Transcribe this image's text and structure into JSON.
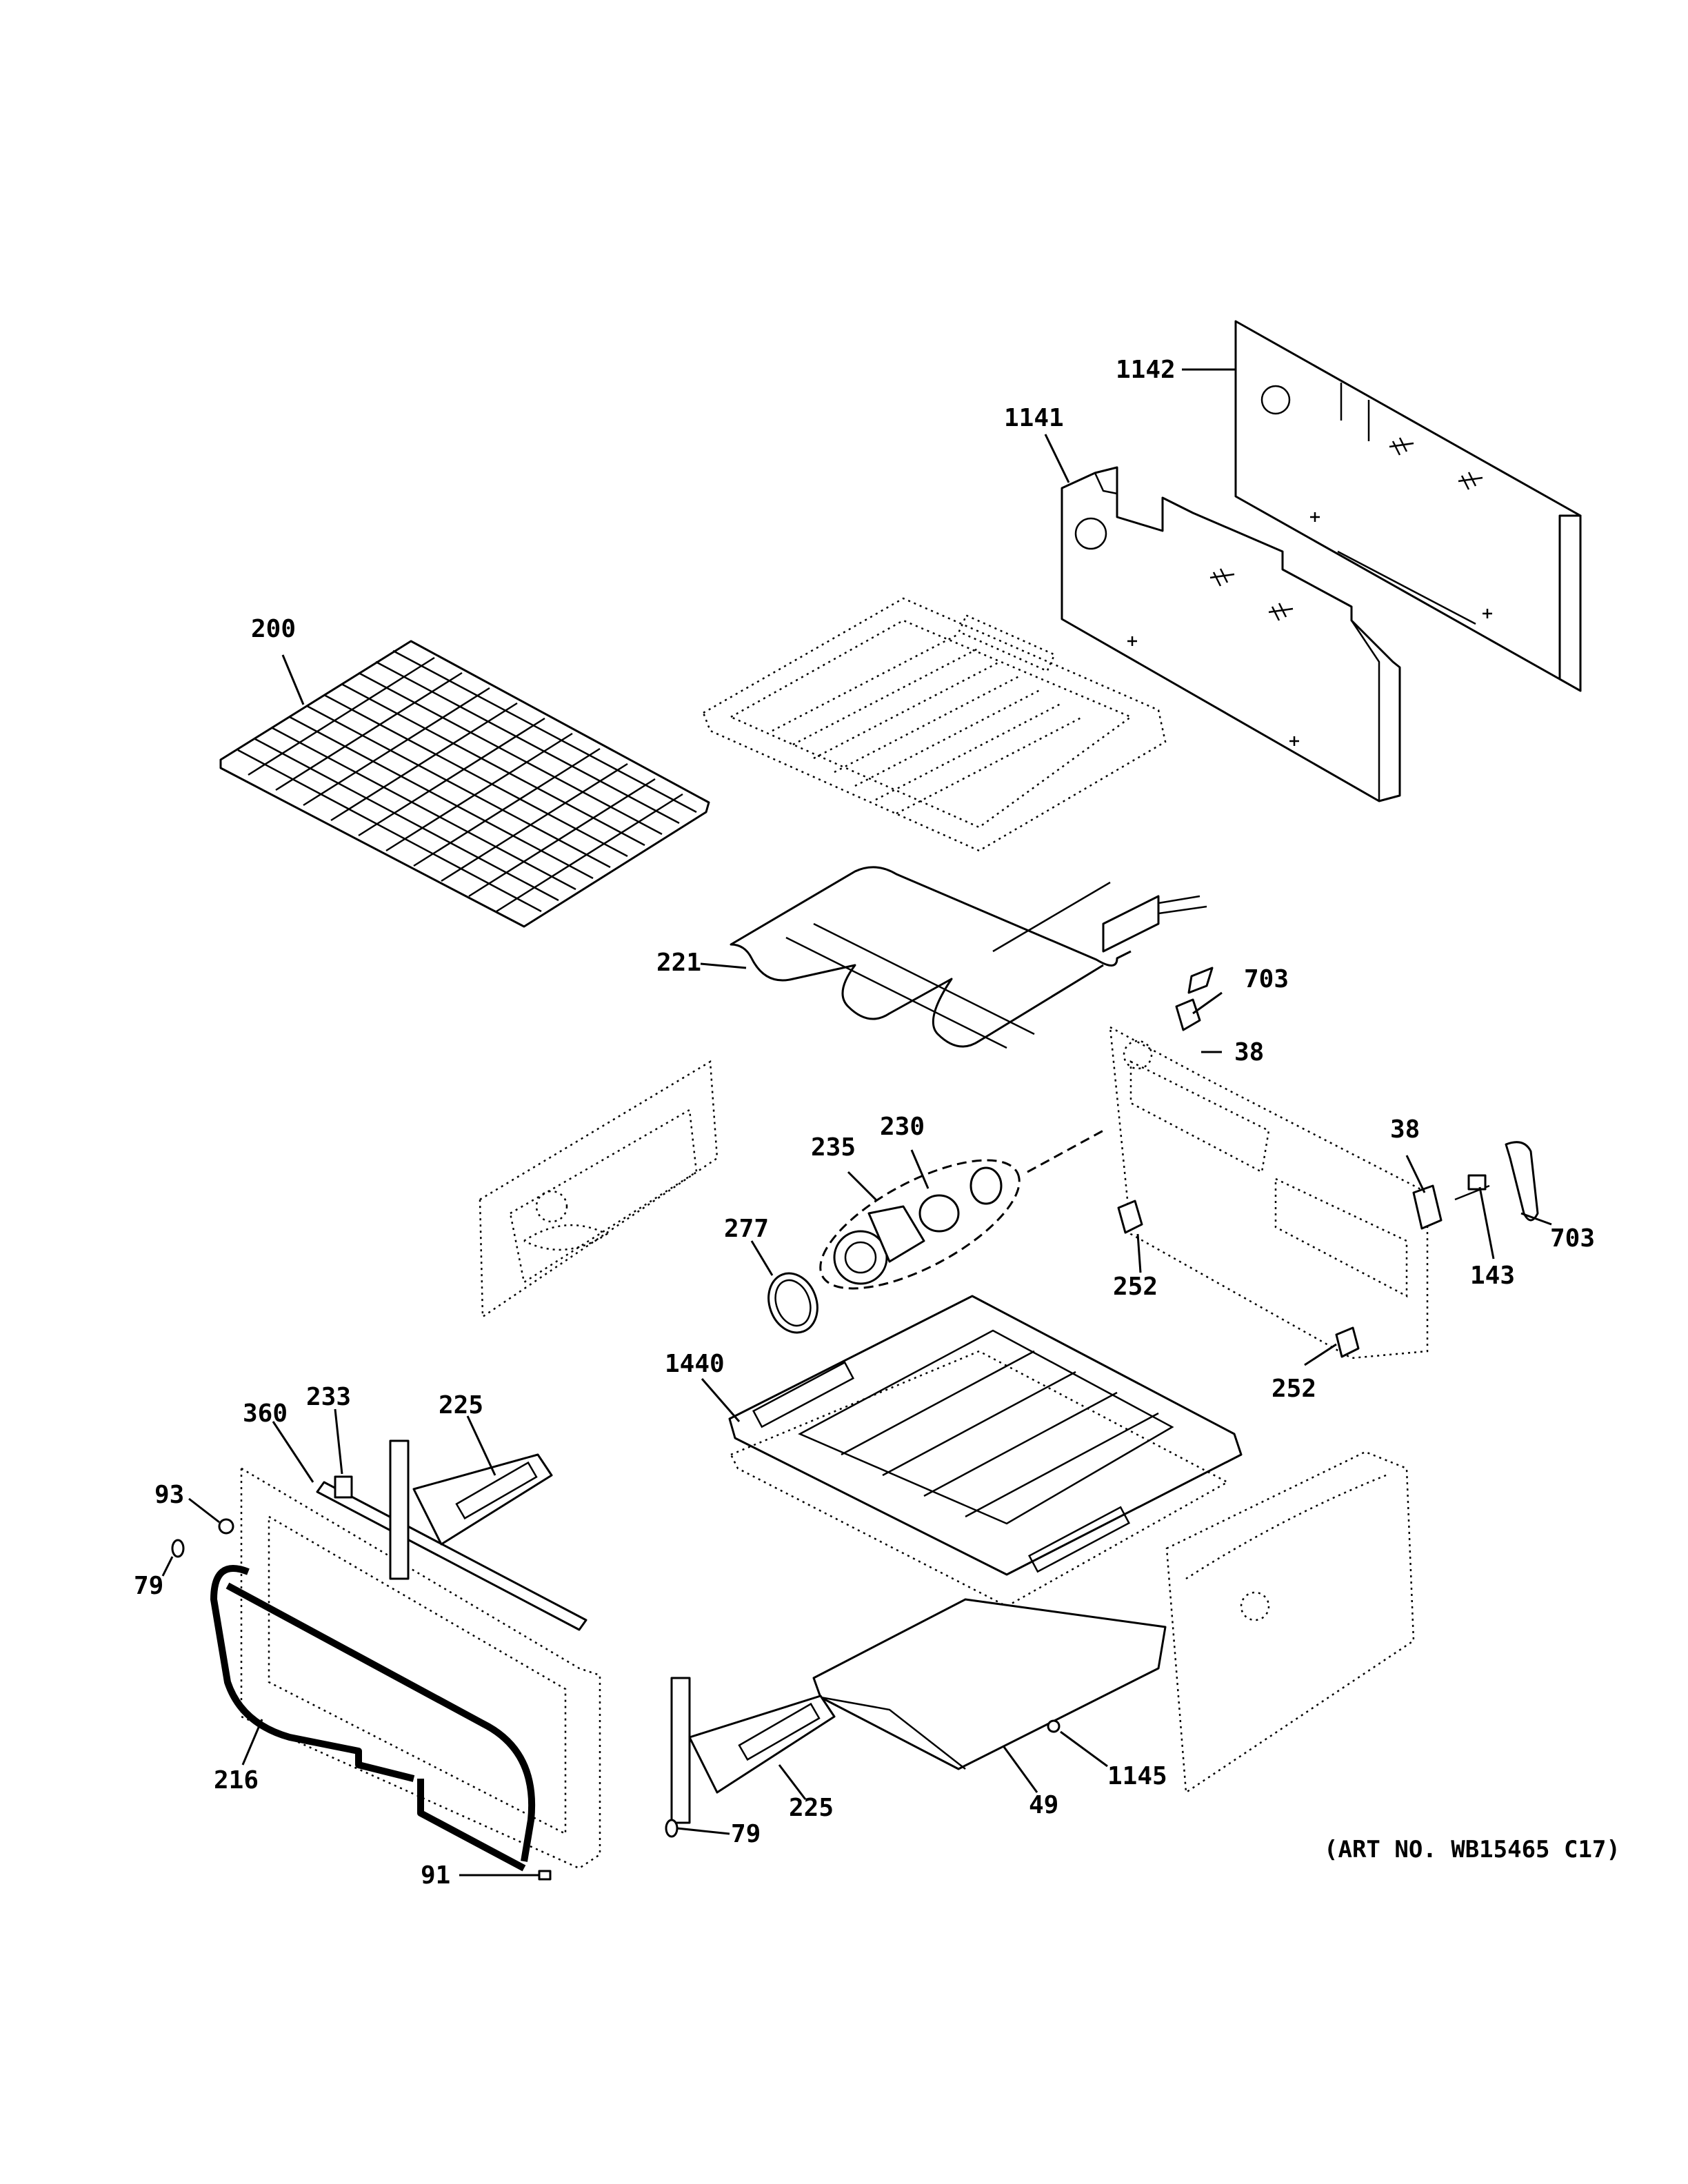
{
  "callouts": {
    "c1142": "1142",
    "c1141": "1141",
    "c200": "200",
    "c221": "221",
    "c703a": "703",
    "c38a": "38",
    "c230": "230",
    "c235": "235",
    "c277": "277",
    "c38b": "38",
    "c703b": "703",
    "c143": "143",
    "c252a": "252",
    "c252b": "252",
    "c1440": "1440",
    "c360": "360",
    "c233": "233",
    "c225a": "225",
    "c93": "93",
    "c79a": "79",
    "c216": "216",
    "c225b": "225",
    "c79b": "79",
    "c49": "49",
    "c1145": "1145",
    "c91": "91"
  },
  "art_number": "(ART NO. WB15465 C17)"
}
